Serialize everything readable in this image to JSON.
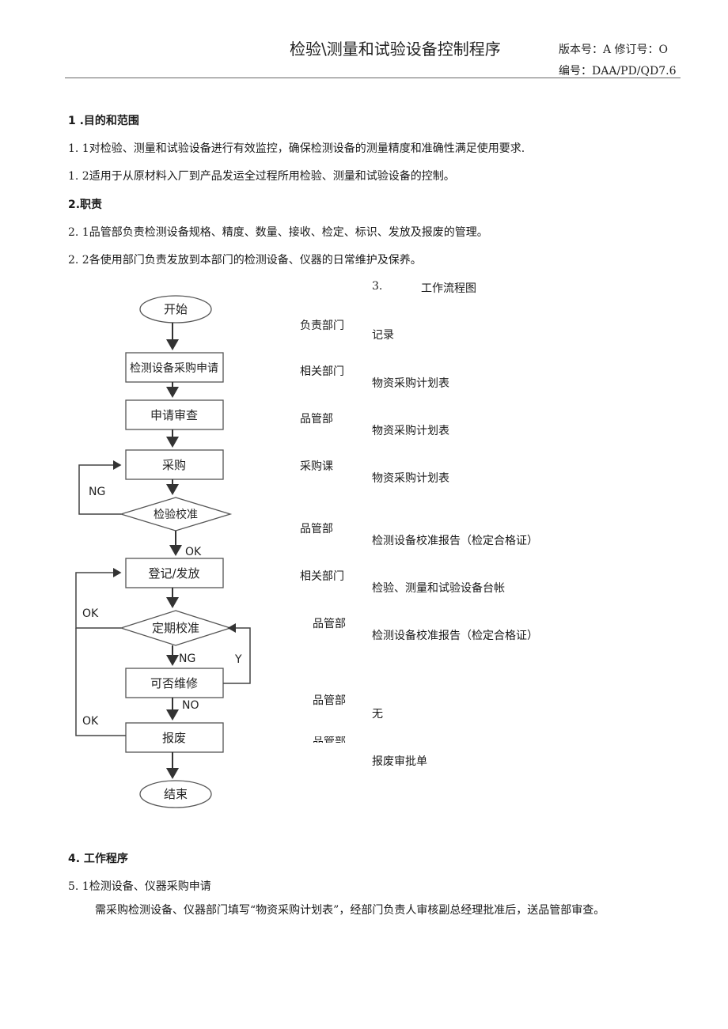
{
  "header": {
    "title": "检验\\测量和试验设备控制程序",
    "version": "版本号：A 修订号：O",
    "code": "编号：DAA/PD/QD7.6"
  },
  "sections": {
    "s1_title": "1  .目的和范围",
    "s1_1": "1. 1对检验、测量和试验设备进行有效监控，确保检测设备的测量精度和准确性满足使用要求.",
    "s1_2": "1. 2适用于从原材料入厂到产品发运全过程所用检验、测量和试验设备的控制。",
    "s2_title": "2.职责",
    "s2_1": "2. 1品管部负责检测设备规格、精度、数量、接收、检定、标识、发放及报废的管理。",
    "s2_2": "2. 2各使用部门负责发放到本部门的检测设备、仪器的日常维护及保养。",
    "s3_num": "3.",
    "s3_title": "工作流程图",
    "s4_title": "4.  工作程序",
    "s5_1": "5. 1检测设备、仪器采购申请",
    "s5_1_text": "需采购检测设备、仪器部门填写“物资采购计划表”，经部门负责人审核副总经理批准后，送品管部审查。"
  },
  "flow": {
    "start": "开始",
    "apply": "检测设备采购申请",
    "review": "申请审查",
    "purchase": "采购",
    "calibrate": "检验校准",
    "register": "登记/发放",
    "periodic": "定期校准",
    "repair": "可否维修",
    "scrap": "报废",
    "end": "结束",
    "ng1": "NG",
    "ok1": "OK",
    "ok2": "OK",
    "ng2": "NG",
    "y": "Y",
    "no": "NO",
    "ok3": "OK"
  },
  "table": {
    "header_dept": "负责部门",
    "header_record": "记录",
    "rows": [
      {
        "dept": "相关部门",
        "record": "物资采购计划表"
      },
      {
        "dept": "品管部",
        "record": "物资采购计划表"
      },
      {
        "dept": "采购课",
        "record": "物资采购计划表"
      },
      {
        "dept": "品管部",
        "record": "检测设备校准报告（检定合格证）"
      },
      {
        "dept": "相关部门",
        "record": "检验、测量和试验设备台帐"
      },
      {
        "dept": "品管部",
        "record": "检测设备校准报告（检定合格证）"
      },
      {
        "dept": "品管部",
        "record": "无"
      },
      {
        "dept": "品管部",
        "record": "报废审批单"
      }
    ]
  }
}
